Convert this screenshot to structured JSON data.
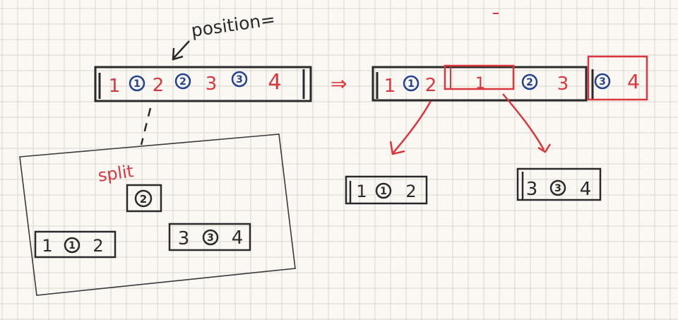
{
  "annotations": {
    "position_label": "position=",
    "split_label": "split",
    "implies": "⇒"
  },
  "before_node": {
    "slots": [
      {
        "kind": "ptr",
        "text": "1",
        "color": "#d9363e"
      },
      {
        "kind": "key",
        "text": "1",
        "color": "#23438f"
      },
      {
        "kind": "ptr",
        "text": "2",
        "color": "#d9363e"
      },
      {
        "kind": "key",
        "text": "2",
        "color": "#23438f"
      },
      {
        "kind": "ptr",
        "text": "3",
        "color": "#d9363e"
      },
      {
        "kind": "key",
        "text": "3",
        "color": "#23438f"
      },
      {
        "kind": "ptr",
        "text": "4",
        "color": "#d9363e"
      }
    ]
  },
  "split_box": {
    "promoted_key": "2",
    "left_node": [
      "1",
      "①",
      "2"
    ],
    "right_node": [
      "3",
      "③",
      "4"
    ]
  },
  "after_node": {
    "left_part": [
      "1",
      "1",
      "2"
    ],
    "inserted": "1",
    "middle_part": [
      "2",
      "3"
    ],
    "overflow_part": [
      "3",
      "4"
    ]
  },
  "result_nodes": {
    "left": [
      "1",
      "①",
      "2"
    ],
    "right": [
      "3",
      "③",
      "4"
    ]
  },
  "colors": {
    "ink": "#2a2a2a",
    "red": "#d9363e",
    "blue": "#23438f",
    "grid": "#d9d4cc",
    "background": "#fbf8f3"
  }
}
